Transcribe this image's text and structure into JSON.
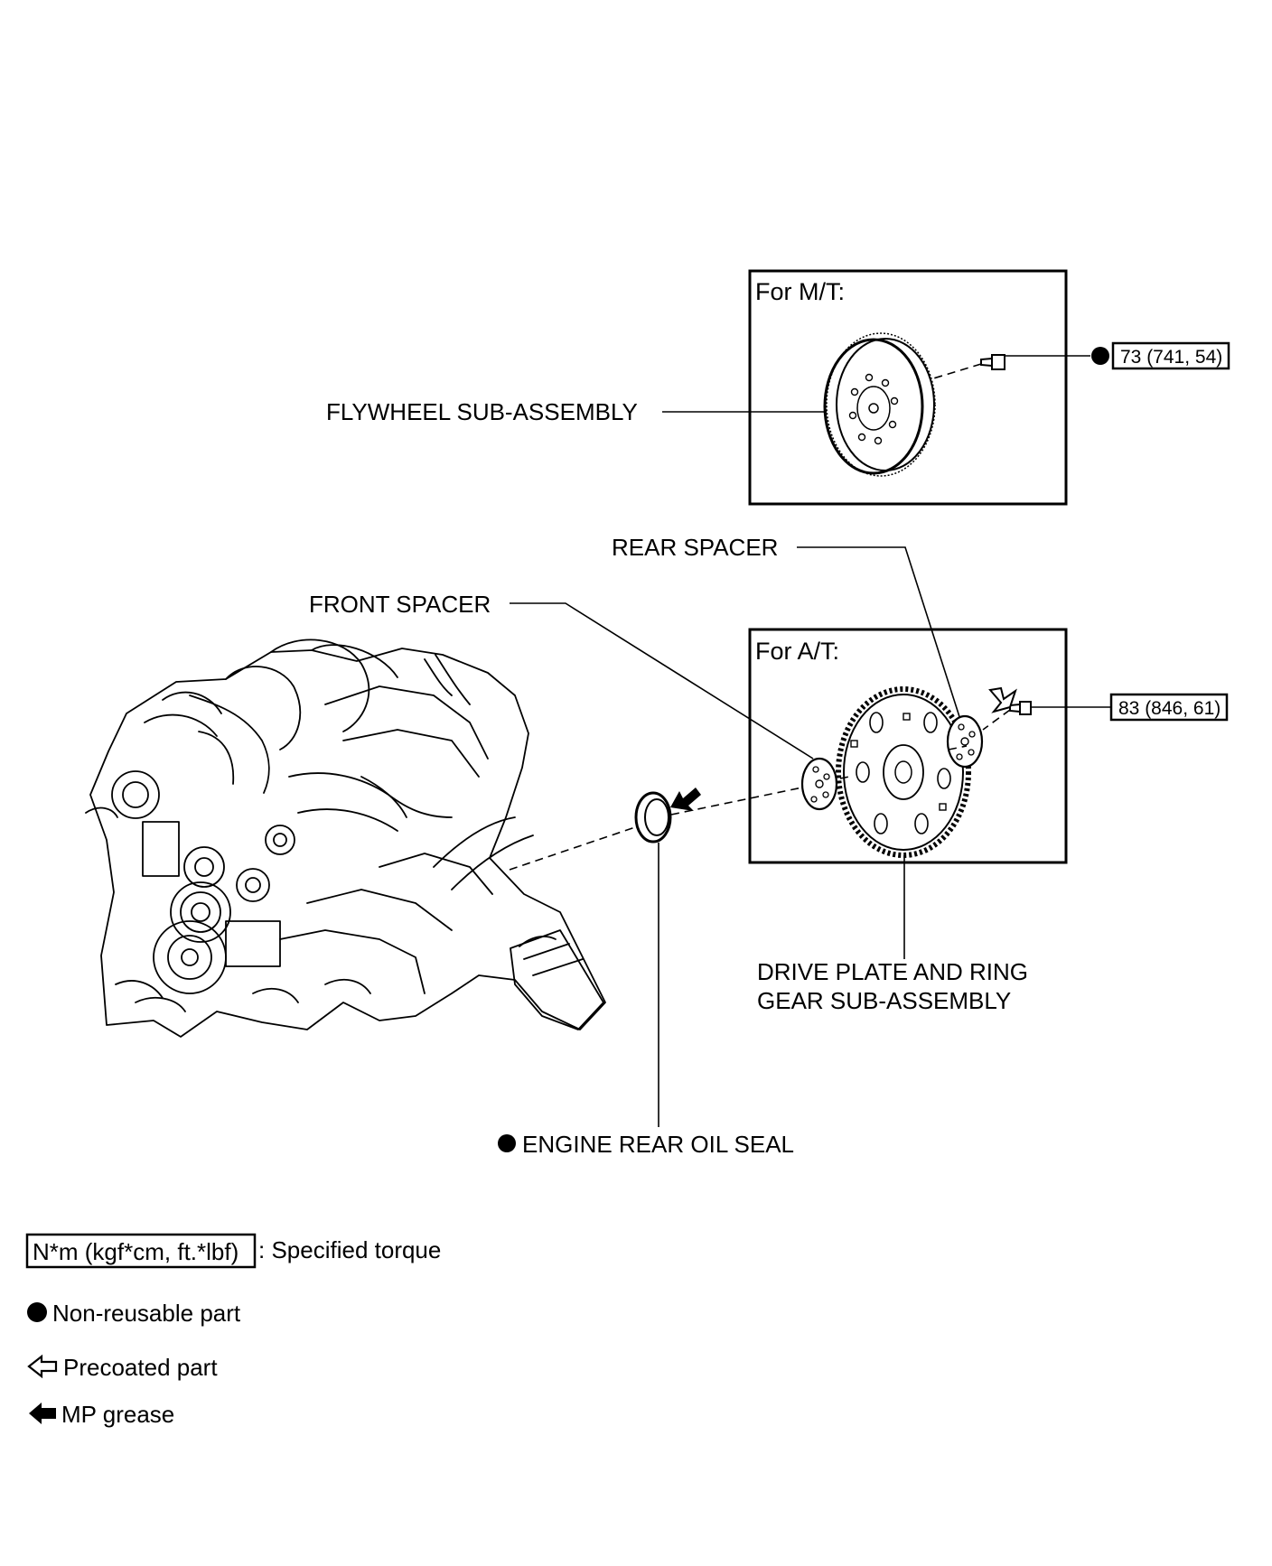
{
  "boxes": {
    "mt_title": "For M/T:",
    "at_title": "For A/T:"
  },
  "labels": {
    "flywheel": "FLYWHEEL SUB-ASSEMBLY",
    "rear_spacer": "REAR SPACER",
    "front_spacer": "FRONT SPACER",
    "drive_plate_line1": "DRIVE PLATE AND RING",
    "drive_plate_line2": "GEAR SUB-ASSEMBLY",
    "oil_seal": "ENGINE REAR OIL SEAL"
  },
  "torque": {
    "flywheel_bolt": "73 (741, 54)",
    "drive_plate_bolt": "83 (846, 61)"
  },
  "legend": {
    "torque_box": "N*m (kgf*cm, ft.*lbf)",
    "torque_desc": ": Specified torque",
    "non_reusable": "Non-reusable part",
    "precoated": "Precoated part",
    "mp_grease": "MP grease"
  },
  "icons": {
    "non_reusable": "filled-circle-icon",
    "precoated": "hollow-arrow-icon",
    "mp_grease": "solid-arrow-icon"
  }
}
